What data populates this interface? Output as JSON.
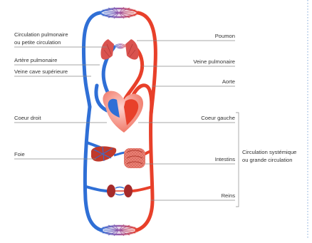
{
  "labels": {
    "pulmonary_circ_line1": "Circulation pulmonaire",
    "pulmonary_circ_line2": "ou petite circulation",
    "pulmonary_artery": "Artère pulmonaire",
    "superior_vena_cava": "Veine cave supérieure",
    "right_heart": "Coeur droit",
    "liver": "Foie",
    "lung": "Poumon",
    "pulmonary_vein": "Veine pulmonaire",
    "aorta": "Aorte",
    "left_heart": "Coeur gauche",
    "intestines": "Intestins",
    "kidneys": "Reins",
    "systemic_circ_line1": "Circulation systémique",
    "systemic_circ_line2": "ou grande circulation"
  },
  "colors": {
    "oxygenated": "#e8402a",
    "deoxygenated": "#2f6fd6",
    "leader_line": "#8a8a8a",
    "text": "#333333",
    "border_dotted": "#7fa7d8"
  }
}
